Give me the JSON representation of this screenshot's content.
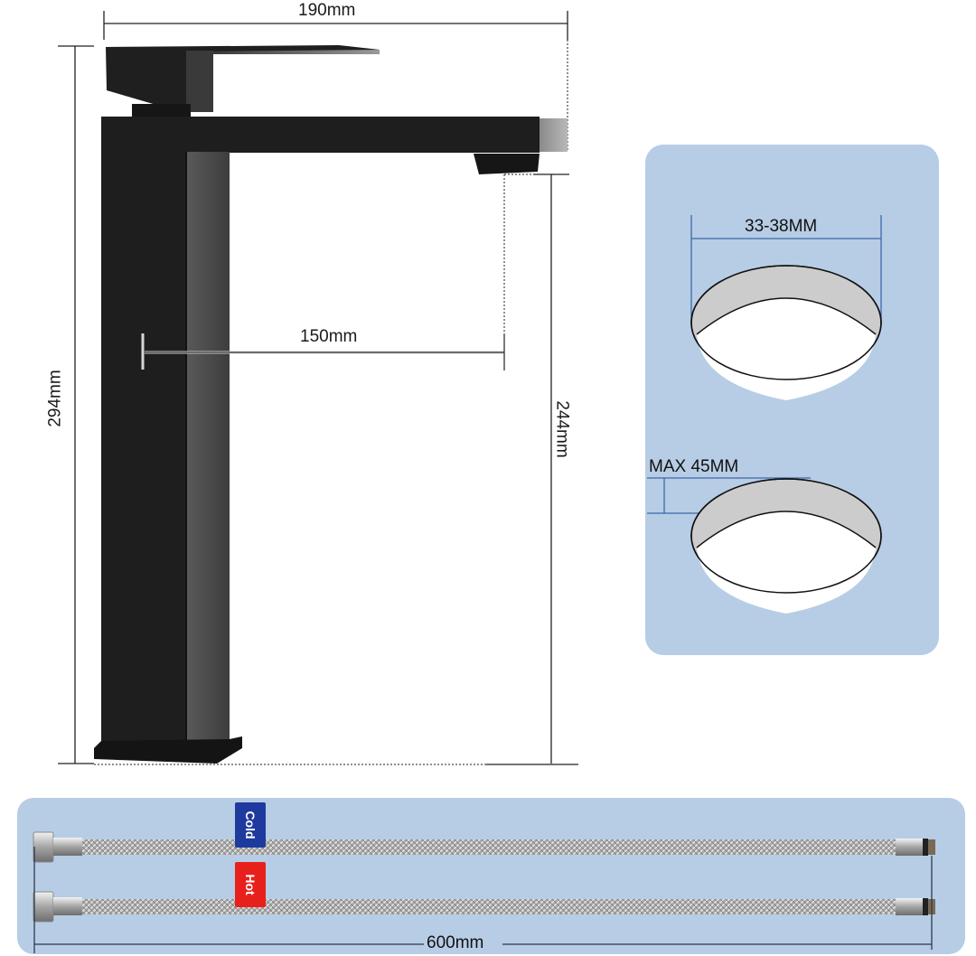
{
  "faucet_dimensions": {
    "overall_width": "190mm",
    "overall_height": "294mm",
    "spout_reach": "150mm",
    "spout_height": "244mm"
  },
  "hole_panel": {
    "hole_diameter_label": "33-38MM",
    "deck_thickness_label": "MAX 45MM",
    "background_color": "#b7cde5",
    "dimension_line_color": "#3a6aa8"
  },
  "hose_panel": {
    "hoses": [
      {
        "tag_label": "Cold",
        "tag_color": "#1f3a9e"
      },
      {
        "tag_label": "Hot",
        "tag_color": "#e8201c"
      }
    ],
    "hose_length_label": "600mm",
    "background_color": "#b7cde5"
  },
  "faucet": {
    "finish_color": "#1c1c1c"
  }
}
